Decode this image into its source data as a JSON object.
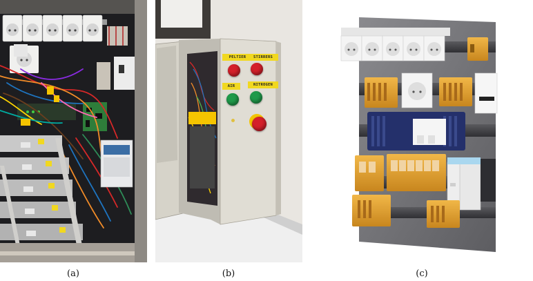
{
  "captions": {
    "a": "(a)",
    "b": "(b)",
    "c": "(c)"
  },
  "panel_b": {
    "labels": {
      "peltier": "PELTIER",
      "stirrers": "STIRRERS",
      "air": "AIR",
      "nitrogen": "NITROGEN"
    },
    "button_colors": {
      "red": "#d4202a",
      "green": "#1f9a4a",
      "yellow_ring": "#f2c400"
    }
  },
  "panel_c": {
    "colors": {
      "backplate": "#6f6f73",
      "rail": "#444448",
      "terminal": "#e3a236",
      "supply": "#24306b",
      "module_white": "#f4f4f4",
      "module_blue": "#a9d7ef"
    }
  }
}
